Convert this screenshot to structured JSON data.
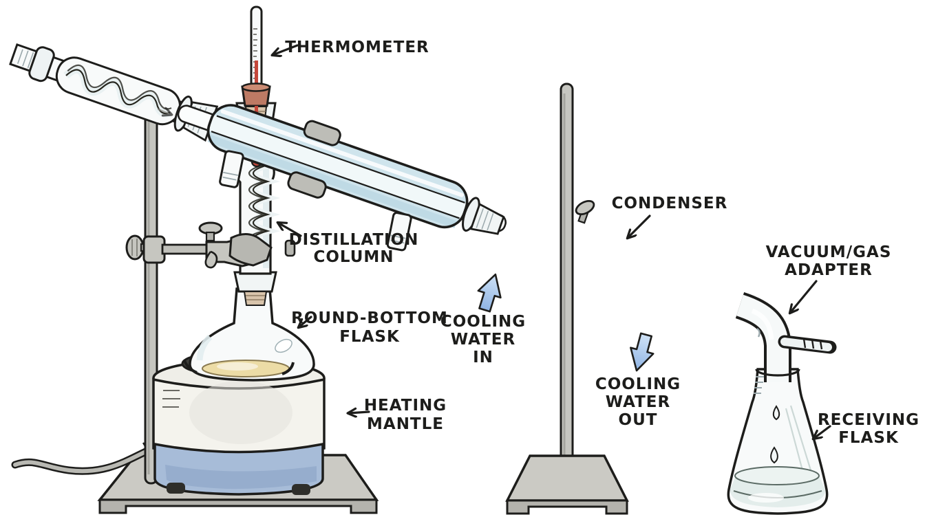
{
  "diagram": {
    "subject": "distillation-apparatus",
    "labels": {
      "thermometer": {
        "lines": [
          "THERMOMETER"
        ]
      },
      "distillation_column": {
        "lines": [
          "DISTILLATION",
          "COLUMN"
        ]
      },
      "round_bottom_flask": {
        "lines": [
          "ROUND-BOTTOM",
          "FLASK"
        ]
      },
      "heating_mantle": {
        "lines": [
          "HEATING",
          "MANTLE"
        ]
      },
      "cooling_water_in": {
        "lines": [
          "COOLING",
          "WATER",
          "IN"
        ]
      },
      "condenser": {
        "lines": [
          "CONDENSER"
        ]
      },
      "cooling_water_out": {
        "lines": [
          "COOLING",
          "WATER",
          "OUT"
        ]
      },
      "vacuum_gas_adapter": {
        "lines": [
          "VACUUM/GAS",
          "ADAPTER"
        ]
      },
      "receiving_flask": {
        "lines": [
          "RECEIVING",
          "FLASK"
        ]
      }
    },
    "colors": {
      "ink": "#1d1d1b",
      "glass": "#f8fafa",
      "glass_shade": "#dfeaec",
      "condenser_water": "#cfe4ec",
      "flow_arrow_blue": "#abc9ee",
      "cork": "#bd7a64",
      "joint_tan": "#d8c4ab",
      "boiling_liquid": "#ecdca6",
      "distillate": "#e3edeb",
      "mantle_body": "#f4f3ed",
      "mantle_band": "#a7bcd8",
      "metal": "#c6c6c0",
      "thermometer_fluid": "#c4473a"
    }
  }
}
